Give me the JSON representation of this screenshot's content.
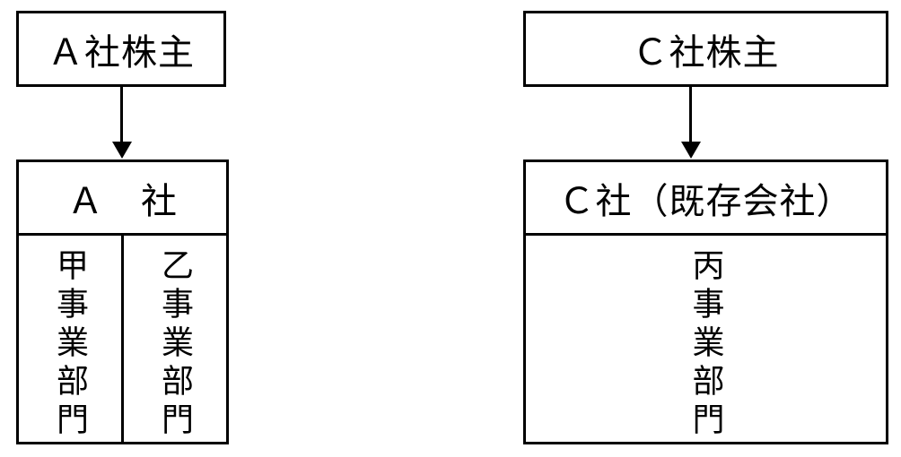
{
  "diagram": {
    "description": "company-split reorganization diagram",
    "colors": {
      "line": "#000000",
      "background": "#ffffff"
    },
    "left_group": {
      "shareholders_label": "Ａ社株主",
      "company_header": "Ａ　社",
      "divisions": [
        "甲事業部門",
        "乙事業部門"
      ]
    },
    "right_group": {
      "shareholders_label": "Ｃ社株主",
      "company_header": "Ｃ社（既存会社）",
      "divisions": [
        "丙事業部門"
      ]
    }
  }
}
